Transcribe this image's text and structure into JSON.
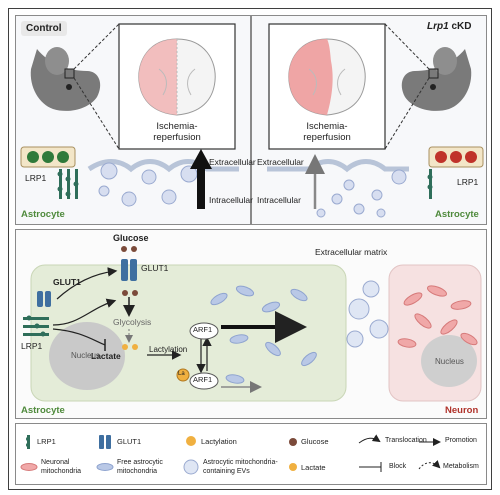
{
  "top_left": {
    "title": "Control",
    "inset_label": "Ischemia-\nreperfusion",
    "extracellular": "Extracellular",
    "intracellular": "Intracellular",
    "receptor_label": "LRP1",
    "cell_label": "Astrocyte"
  },
  "top_right": {
    "title_italic": "Lrp1",
    "title_rest": " cKD",
    "inset_label": "Ischemia-\nreperfusion",
    "extracellular": "Extracellular",
    "intracellular": "Intracellular",
    "receptor_label": "LRP1",
    "cell_label": "Astrocyte"
  },
  "bottom": {
    "glucose_label": "Glucose",
    "glut1_membrane_label": "GLUT1",
    "glut1_left_label": "GLUT1",
    "lrp1_label": "LRP1",
    "glycolysis_label": "Glycolysis",
    "lactate_label": "Lactate",
    "lactylation_label": "Lactylation",
    "arf1_top": "ARF1",
    "arf1_bottom": "ARF1",
    "la_badge": "La",
    "nucleus_left": "Nucleus",
    "nucleus_right": "Nucleus",
    "extracellular_matrix": "Extracellular matrix",
    "astrocyte_label": "Astrocyte",
    "neuron_label": "Neuron"
  },
  "legend": {
    "lrp1": "LRP1",
    "glut1": "GLUT1",
    "lactylation": "Lactylation",
    "glucose": "Glucose",
    "translocation": "Translocation",
    "promotion": "Promotion",
    "neuronal_mito": "Neuronal\nmitochondria",
    "free_mito": "Free astrocytic\nmitochondria",
    "ev_mito": "Astrocytic mitochondria-\ncontaining EVs",
    "lactate": "Lactate",
    "block": "Block",
    "metabolism": "Metabolism"
  },
  "colors": {
    "astrocyte_green": "#4f8a3c",
    "neuron_red": "#b0322a",
    "brain_pink": "#f2b8b8",
    "cell_green": "#e4ecd8",
    "neuron_pink": "#f6e1e1",
    "mito_blue": "#b9c8e6",
    "lrp1_teal": "#2f6e5a",
    "glucose_brown": "#7b4a3a",
    "lactate_orange": "#f0b040"
  }
}
